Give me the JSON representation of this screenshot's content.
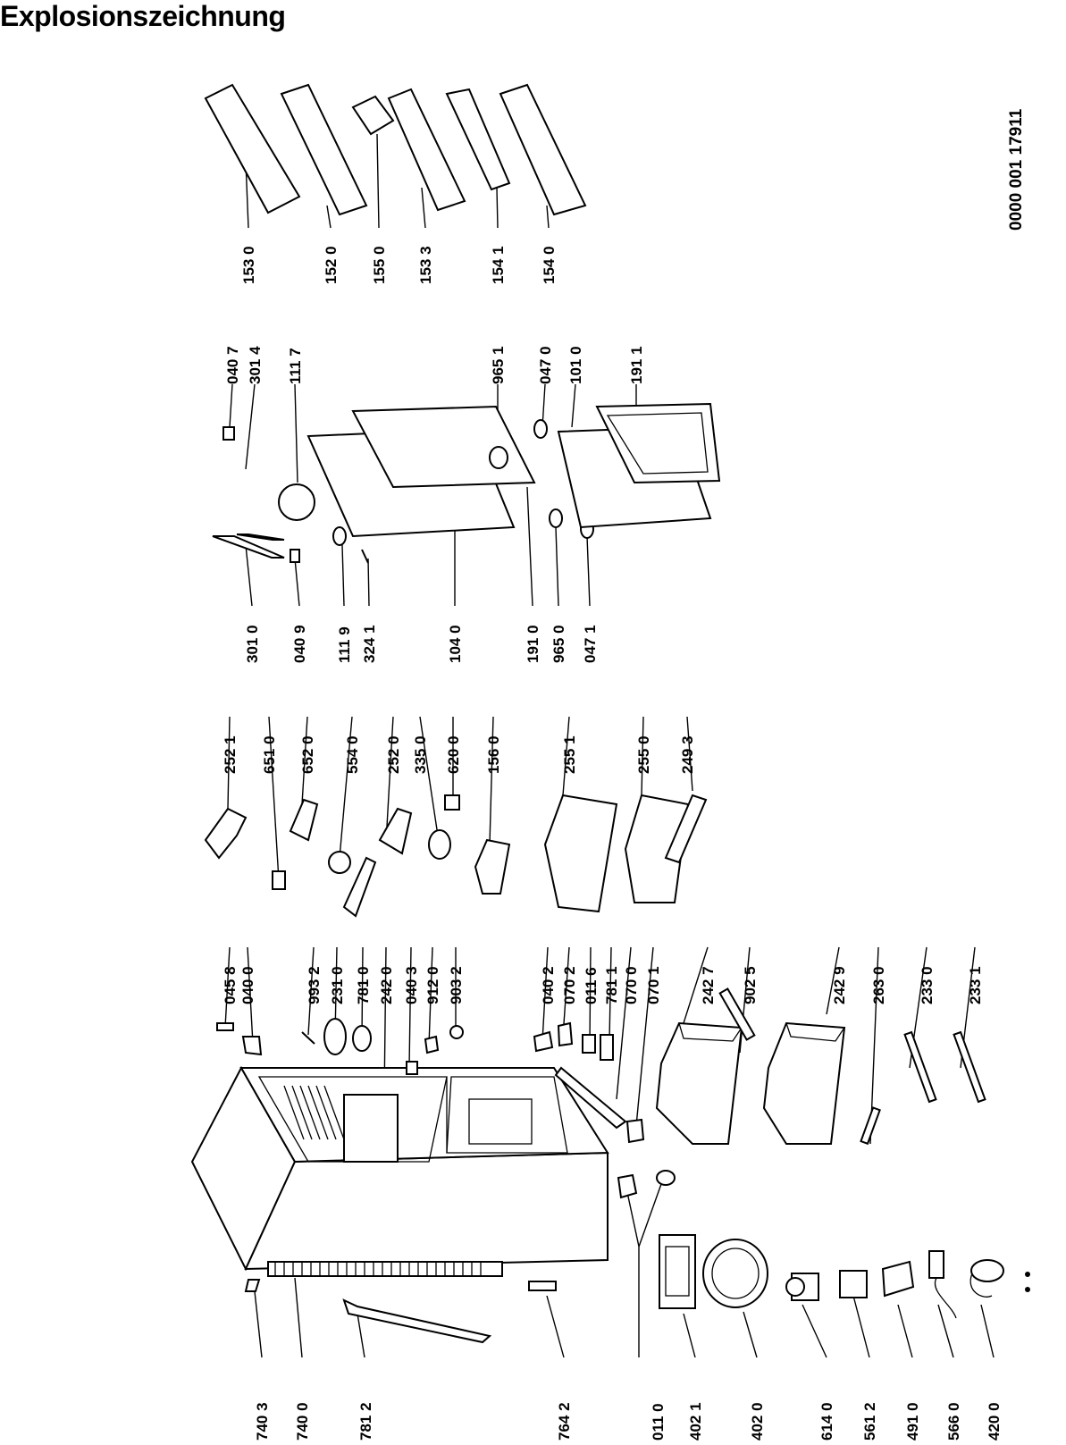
{
  "title": "Explosionszeichnung",
  "document_number": "0000 001 17911",
  "parts": {
    "p7403": "740 3",
    "p7400": "740 0",
    "p7812": "781 2",
    "p7642": "764 2",
    "p0110": "011 0",
    "p4021": "402 1",
    "p4020": "402 0",
    "p6140": "614 0",
    "p5612": "561 2",
    "p4910": "491 0",
    "p5660": "566 0",
    "p4200": "420 0",
    "p0458": "045 8",
    "p0400": "040 0",
    "p9932": "993 2",
    "p2310": "231 0",
    "p7810": "781 0",
    "p2420": "242 0",
    "p0403": "040 3",
    "p9120": "912 0",
    "p9032": "903 2",
    "p0402": "040 2",
    "p0702": "070 2",
    "p0116": "011 6",
    "p7811": "781 1",
    "p0700": "070 0",
    "p0701": "070 1",
    "p2427": "242 7",
    "p9025": "902 5",
    "p2429": "242 9",
    "p2630": "263 0",
    "p2330": "233 0",
    "p2331": "233 1",
    "p2521": "252 1",
    "p6510": "651 0",
    "p6520": "652 0",
    "p5540": "554 0",
    "p2520": "252 0",
    "p3350": "335 0",
    "p6200": "620 0",
    "p1560": "156 0",
    "p2551": "255 1",
    "p2550": "255 0",
    "p2493": "249 3",
    "p3010": "301 0",
    "p0409": "040 9",
    "p1119": "111 9",
    "p3241": "324 1",
    "p1040": "104 0",
    "p1910": "191 0",
    "p9650": "965 0",
    "p0471": "047 1",
    "p0407": "040 7",
    "p3014": "301 4",
    "p1117": "111 7",
    "p9651": "965 1",
    "p0470": "047 0",
    "p1010": "101 0",
    "p1911": "191 1",
    "p1530": "153 0",
    "p1520": "152 0",
    "p1550": "155 0",
    "p1533": "153 3",
    "p1541": "154 1",
    "p1540": "154 0"
  }
}
